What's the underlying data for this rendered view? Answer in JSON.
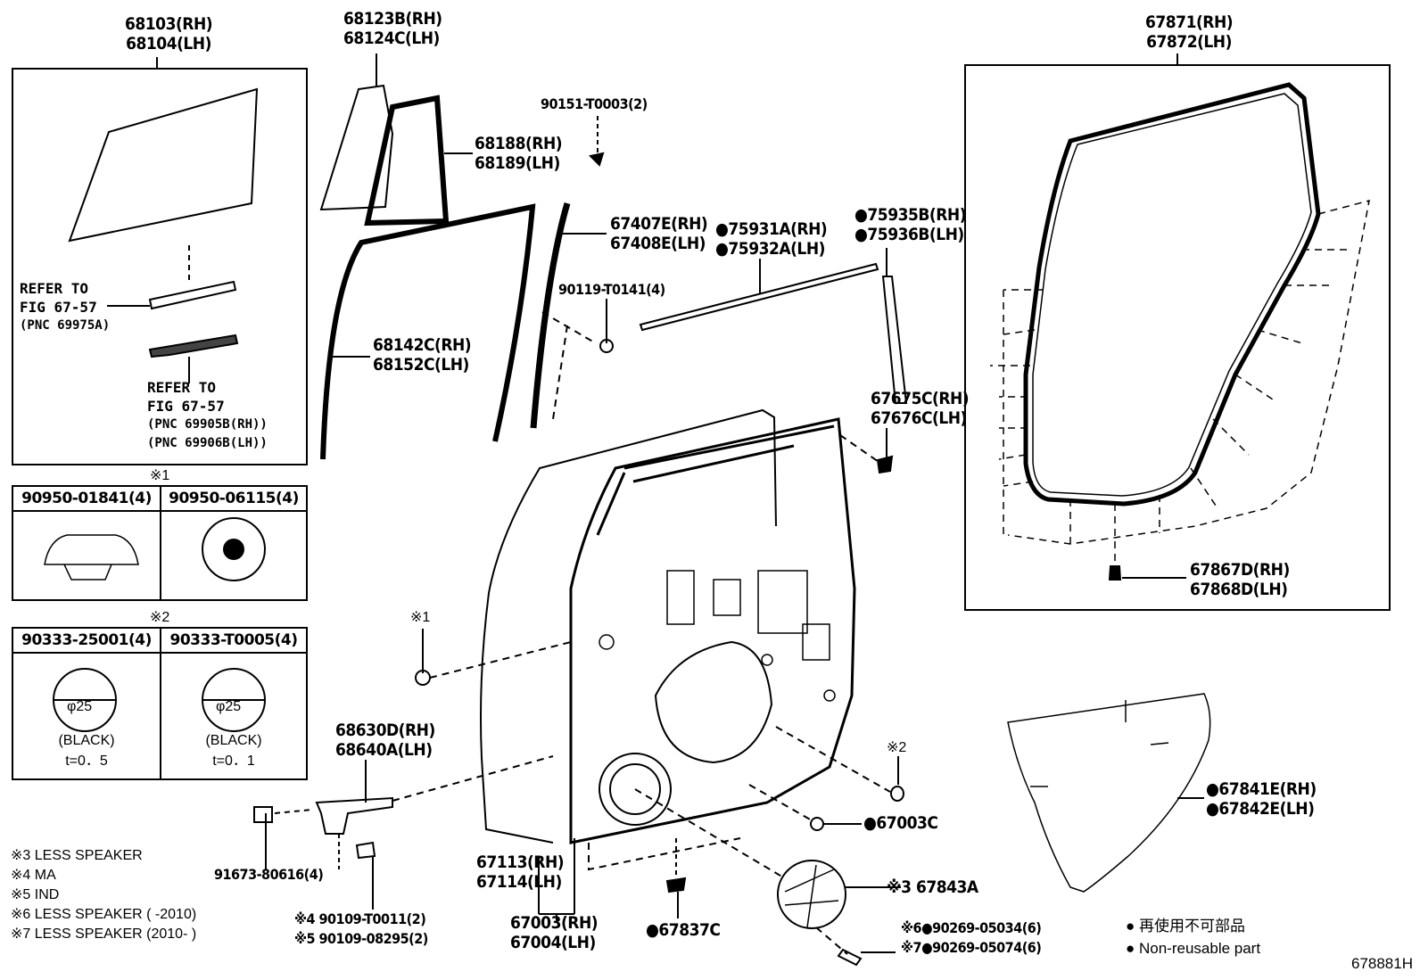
{
  "callouts": {
    "glass": [
      "68103(RH)",
      "68104(LH)"
    ],
    "quarter_glass": [
      "68123B(RH)",
      "68124C(LH)"
    ],
    "quarter_weatherstrip": [
      "68188(RH)",
      "68189(LH)"
    ],
    "screw_top": "90151-T0003(2)",
    "run_channel": [
      "67407E(RH)",
      "67408E(LH)"
    ],
    "bolt": "90119-T0141(4)",
    "belt_moulding": [
      "●75931A(RH)",
      "●75932A(LH)"
    ],
    "pillar_tape": [
      "●75935B(RH)",
      "●75936B(LH)"
    ],
    "glass_run": [
      "68142C(RH)",
      "68152C(LH)"
    ],
    "clip_upper": [
      "67675C(RH)",
      "67676C(LH)"
    ],
    "door_weatherstrip": [
      "67871(RH)",
      "67872(LH)"
    ],
    "weatherstrip_clip": [
      "67867D(RH)",
      "67868D(LH)"
    ],
    "service_hole_cover": [
      "●67841E(RH)",
      "●67842E(LH)"
    ],
    "check": [
      "68630D(RH)",
      "68640A(LH)"
    ],
    "check_bolt": "91673-80616(4)",
    "screw_ma": "※4 90109-T0011(2)",
    "screw_ind": "※5 90109-08295(2)",
    "panel_sub": [
      "67113(RH)",
      "67114(LH)"
    ],
    "panel_assy": [
      "67003(RH)",
      "67004(LH)"
    ],
    "lower_clip": "●67837C",
    "hole_plug": "●67003C",
    "speaker_cover": "※3 67843A",
    "rivet_6": "※6●90269-05034(6)",
    "rivet_7": "※7●90269-05074(6)",
    "mark1": "※1",
    "mark2": "※2"
  },
  "glass_box": {
    "refer1": [
      "REFER TO",
      "FIG 67-57",
      "(PNC 69975A)"
    ],
    "refer2": [
      "REFER TO",
      "FIG 67-57",
      "(PNC 69905B(RH))",
      "(PNC 69906B(LH))"
    ]
  },
  "table1": {
    "mark": "※1",
    "headers": [
      "90950-01841(4)",
      "90950-06115(4)"
    ]
  },
  "table2": {
    "mark": "※2",
    "headers": [
      "90333-25001(4)",
      "90333-T0005(4)"
    ],
    "cells": [
      {
        "dia": "φ25",
        "color": "(BLACK)",
        "thick": "t=0．5"
      },
      {
        "dia": "φ25",
        "color": "(BLACK)",
        "thick": "t=0．1"
      }
    ]
  },
  "notes": [
    "※3 LESS SPEAKER",
    "※4 MA",
    "※5 IND",
    "※6 LESS SPEAKER (        -2010)",
    "※7 LESS SPEAKER (2010-        )"
  ],
  "legend": {
    "jp": "● 再使用不可部品",
    "en": "● Non-reusable part"
  },
  "figure_id": "678881H"
}
